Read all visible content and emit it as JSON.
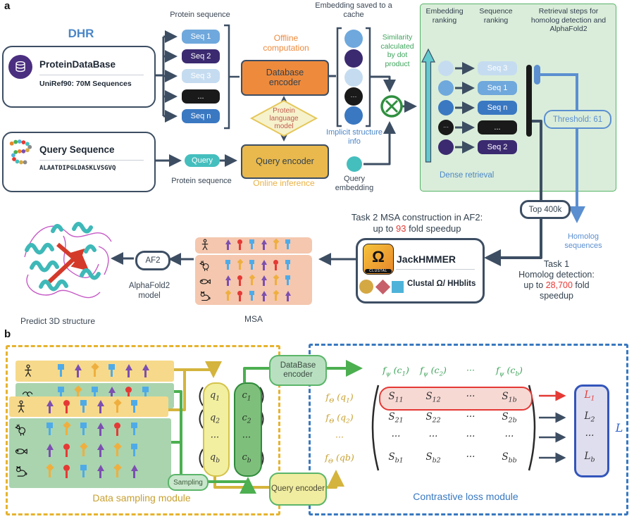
{
  "colors": {
    "slate": "#3D4E63",
    "blue_text": "#4A86C8",
    "link_blue": "#5B8FD0",
    "orange": "#EE8A3C",
    "yellow": "#E9B94D",
    "gold": "#C8A030",
    "green": "#4CAF50",
    "green_dark": "#2F8F3F",
    "teal": "#45BEBE",
    "red": "#E53935",
    "pins": {
      "pu": "#7C4FB0",
      "rd": "#E53935",
      "bl": "#4FABE8",
      "yl": "#EFAF3F"
    }
  },
  "panel_a": {
    "label": "a",
    "dhr": "DHR",
    "db_box": {
      "title": "ProteinDataBase",
      "subtitle": "UniRef90: 70M Sequences"
    },
    "q_box": {
      "title": "Query Sequence",
      "sequence": "ALAATDIPGLDASKLVSGVQ"
    },
    "protein_seq_top": "Protein sequence",
    "protein_seq_bottom": "Protein sequence",
    "offline": "Offline computation",
    "online": "Online inference",
    "db_encoder": "Database encoder",
    "q_encoder": "Query encoder",
    "plm": "Protein language model",
    "query_pill": "Query",
    "emb_caption": "Embedding saved to a cache",
    "similarity": "Similarity calculated by dot product",
    "implicit": "Implicit structure info",
    "q_embedding": "Query embedding",
    "seq_chips": [
      {
        "label": "Seq 1",
        "color": "#6FA8DC"
      },
      {
        "label": "Seq 2",
        "color": "#3B2A70"
      },
      {
        "label": "Seq 3",
        "color": "#C5DCF0"
      },
      {
        "label": "...",
        "color": "#1A1A1A"
      },
      {
        "label": "Seq n",
        "color": "#3A78C2"
      }
    ],
    "emb_dots": [
      {
        "color": "#6FA8DC",
        "label": ""
      },
      {
        "color": "#3B2A70",
        "label": ""
      },
      {
        "color": "#C5DCF0",
        "label": ""
      },
      {
        "color": "#1A1A1A",
        "label": "···"
      },
      {
        "color": "#3A78C2",
        "label": ""
      }
    ],
    "green_panel": {
      "h1": "Embedding ranking",
      "h2": "Sequence ranking",
      "h3": "Retrieval steps for homolog detection and AlphaFold2",
      "rows": [
        {
          "label": "Seq 3",
          "color": "#C5DCF0"
        },
        {
          "label": "Seq 1",
          "color": "#6FA8DC"
        },
        {
          "label": "Seq n",
          "color": "#3A78C2"
        },
        {
          "label": "...",
          "color": "#1A1A1A"
        },
        {
          "label": "Seq 2",
          "color": "#3B2A70"
        }
      ],
      "threshold": "Threshold: 61",
      "dense": "Dense retrieval"
    },
    "top_pill": "Top 400k",
    "homolog": "Homolog sequences",
    "task1": {
      "l1": "Task 1",
      "l2": "Homolog detection:",
      "pre": "up to ",
      "num": "28,700",
      "post": " fold",
      "l4": "speedup"
    },
    "task2": {
      "l1": "Task 2 MSA construction in AF2:",
      "pre": "up to ",
      "num": "93",
      "post": " fold speedup"
    },
    "jack": {
      "title": "JackHMMER",
      "logo_omega": "Ω",
      "logo_caption": "CLUSTAL",
      "subtitle": "Clustal Ω/ HHblits"
    },
    "af2": "AF2",
    "af2_caption": "AlphaFold2 model",
    "predict": "Predict 3D structure",
    "msa_label": "MSA",
    "msa_rows": [
      {
        "icon": "human",
        "pins": [
          "ar-pu",
          "ci-rd",
          "sq-bl",
          "ar-pu",
          "di-yl",
          "sq-bl"
        ]
      },
      {
        "icon": "chicken",
        "pins": [
          "sq-bl",
          "di-yl",
          "sq-bl",
          "ar-pu",
          "ci-rd",
          "sq-bl"
        ]
      },
      {
        "icon": "fish",
        "pins": [
          "ar-pu",
          "ci-rd",
          "di-yl",
          "ar-pu",
          "di-yl",
          "sq-bl"
        ]
      },
      {
        "icon": "cat",
        "pins": [
          "di-yl",
          "ci-rd",
          "sq-bl",
          "ar-pu",
          "di-yl",
          "ar-pu"
        ]
      }
    ]
  },
  "panel_b": {
    "label": "b",
    "sampling_label": "Data sampling module",
    "contrastive_label": "Contrastive loss module",
    "back_rows": [
      {
        "icon": "human",
        "bg": "#F6D98A",
        "pins": [
          "sq-bl",
          "ar-pu",
          "di-yl",
          "sq-bl",
          "ar-pu",
          "ar-pu"
        ]
      },
      {
        "icon": "bird",
        "bg": "#A9D4AE",
        "pins": [
          "sq-bl",
          "di-yl",
          "sq-bl",
          "ar-pu",
          "ci-rd",
          "sq-bl"
        ]
      }
    ],
    "front_rows": [
      {
        "icon": "human",
        "bg": "#F6D98A",
        "pins": [
          "ar-pu",
          "ci-rd",
          "sq-bl",
          "ar-pu",
          "di-yl",
          "sq-bl"
        ]
      },
      {
        "icon": "chicken",
        "bg": "",
        "pins": [
          "sq-bl",
          "di-yl",
          "sq-bl",
          "ar-pu",
          "ci-rd",
          "sq-bl"
        ]
      },
      {
        "icon": "fish",
        "bg": "",
        "pins": [
          "ar-pu",
          "ci-rd",
          "di-yl",
          "ar-pu",
          "di-yl",
          "sq-bl"
        ]
      },
      {
        "icon": "cat",
        "bg": "",
        "pins": [
          "di-yl",
          "ci-rd",
          "sq-bl",
          "ar-pu",
          "di-yl",
          "ar-pu"
        ]
      }
    ],
    "sampling": "Sampling",
    "db_encoder": "DataBase encoder",
    "q_encoder": "Query encoder",
    "q_items": [
      "q_{1}",
      "q_{2}",
      "···",
      "q_{b}"
    ],
    "c_items": [
      "c_{1}",
      "c_{2}",
      "···",
      "c_{b}"
    ],
    "col_headers": [
      "f_{ψ} (c_{1})",
      "f_{ψ} (c_{2})",
      "···",
      "f_{ψ} (c_{b})"
    ],
    "row_labels": [
      "f_{Θ} (q_{1})",
      "f_{Θ} (q_{2})",
      "···",
      "f_{Θ} (qb)"
    ],
    "matrix": [
      [
        "S_{11}",
        "S_{12}",
        "···",
        "S_{1b}"
      ],
      [
        "S_{21}",
        "S_{22}",
        "···",
        "S_{2b}"
      ],
      [
        "···",
        "···",
        "···",
        "···"
      ],
      [
        "S_{b1}",
        "S_{b2}",
        "···",
        "S_{bb}"
      ]
    ],
    "loss": [
      "L_{1}",
      "L_{2}",
      "···",
      "L_{b}"
    ],
    "loss_total": "L"
  }
}
